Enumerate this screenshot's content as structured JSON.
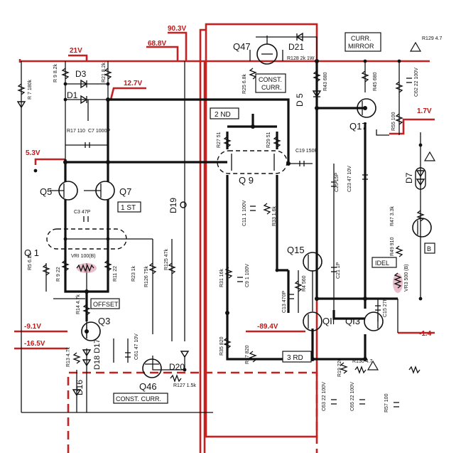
{
  "colors": {
    "red": "#c62020",
    "ink": "#111111",
    "highlight": "#d98aa0"
  },
  "voltages": {
    "v_top1": "90.3V",
    "v_top2": "68.8V",
    "v_21": "21V",
    "v_127": "12.7V",
    "v_53": "5.3V",
    "v_17": "1.7V",
    "v_n91": "-9.1V",
    "v_n165": "-16.5V",
    "v_n894": "-89.4V",
    "v_n14": "-1.4"
  },
  "transistors": {
    "q1": "Q 1",
    "q3": "Q3",
    "q5": "Q5",
    "q7": "Q7",
    "q9": "Q 9",
    "q11": "QII",
    "q13": "QI3",
    "q15": "Q15",
    "q17": "Q17",
    "q46": "Q46",
    "q47": "Q47"
  },
  "diodes": {
    "d1": "D1",
    "d3": "D3",
    "d5": "D 5",
    "d7": "D7",
    "d16": "D16",
    "d17": "D18 D17",
    "d19": "D19",
    "d20": "D20",
    "d21": "D21"
  },
  "boxes": {
    "first": "1 ST",
    "second": "2 ND",
    "third": "3 RD",
    "offset": "OFFSET",
    "idel": "IDEL",
    "curr_mirror_1": "CURR.",
    "curr_mirror_2": "MIRROR",
    "const_curr_top_1": "CONST.",
    "const_curr_top_2": "CURR.",
    "const_curr_bottom": "CONST. CURR.",
    "b_partial": "B"
  },
  "parts": {
    "r9": "R 9 8.2k",
    "r21": "R21 8.2k",
    "r7": "R 7 180k",
    "r17": "R17 110",
    "c7": "C7 1000P",
    "r25": "R25 6.8k",
    "r128": "R128 2k 1W",
    "r43": "R43 680",
    "r45": "R45 680",
    "r129": "R129 4.7",
    "c62": "C62 22 100V",
    "r27": "R27 51",
    "r29": "R29 51",
    "c19": "C19 150P",
    "c25": "C25 15P",
    "c23": "C23 47 10V",
    "r55": "R55 100",
    "c11": "C11 1 100V",
    "r33": "R33 1.6k",
    "r31": "R31 16k",
    "c9": "C9 1 100V",
    "c3": "C3 47P",
    "vr1": "VRI 100(B)",
    "r5": "R5 6.2k",
    "r9b": "R 9 22",
    "r11": "R11 22",
    "r23": "R23 1k",
    "r126": "R126 75k",
    "r125": "R125 47k",
    "r47": "R47 3.3k",
    "r49": "R49 910",
    "vr3": "VR3 500 (B)",
    "c21": "C21 1P",
    "r4": "R4 560",
    "c13": "C13 470P",
    "c15": "C15 27P",
    "r14": "R14 4.7k",
    "r13": "R13 4.7k",
    "c61": "C61 47 10V",
    "r127": "R127 1.5k",
    "r35": "R35 820",
    "r37": "R37 820",
    "r19": "R19 220",
    "r130": "R130 4.7",
    "c63": "C63 22 100V",
    "c65": "C65 22 100V",
    "r57": "R57 100"
  }
}
